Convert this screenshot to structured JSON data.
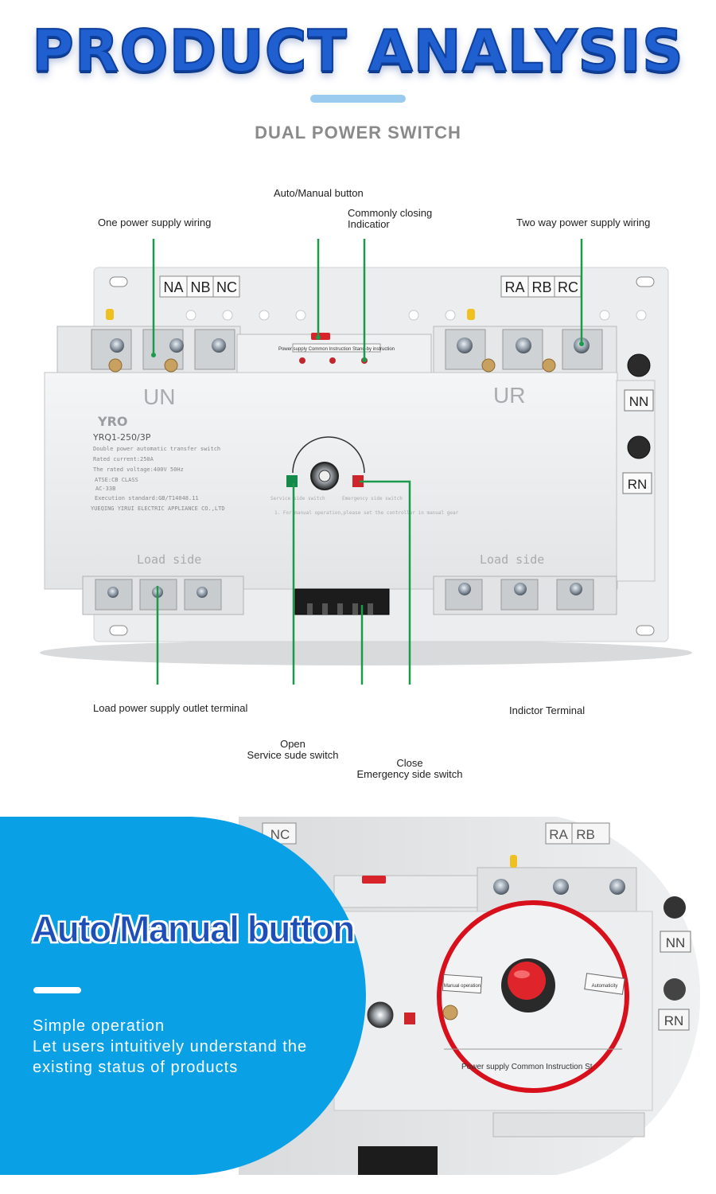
{
  "header": {
    "title": "PRODUCT ANALYSIS",
    "subtitle": "DUAL POWER SWITCH"
  },
  "callouts": {
    "auto_manual": "Auto/Manual button",
    "commonly_closing_1": "Commonly closing",
    "commonly_closing_2": "Indicatior",
    "one_power": "One power supply wiring",
    "two_way_power": "Two way power supply wiring",
    "load_outlet": "Load power supply outlet terminal",
    "open_1": "Open",
    "open_2": "Service sude switch",
    "close_1": "Close",
    "close_2": "Emergency side switch",
    "indicator_terminal": "Indictor Terminal"
  },
  "device": {
    "top_left_labels": [
      "NA",
      "NB",
      "NC"
    ],
    "top_right_labels": [
      "RA",
      "RB",
      "RC"
    ],
    "side_labels": [
      "NN",
      "RN"
    ],
    "left_side": "UN",
    "right_side": "UR",
    "brand": "YRO",
    "model": "YRQ1-250/3P",
    "spec_lines": [
      "Double power automatic transfer switch",
      "Rated current:250A",
      "The rated voltage:400V 50Hz",
      "ATSE:CB CLASS",
      "AC-33B",
      "Execution standard:GB/T14048.11",
      "YUEQING YIRUI ELECTRIC APPLIANCE CO.,LTD"
    ],
    "load_side": "Load side",
    "strip_text": "Power supply  Common Instruction  Stand-by instruction",
    "service_text": "Service side switch",
    "emergency_text": "Emergency side switch",
    "manual_note": "1. For manual operation,please set the controller in manual gear"
  },
  "feature": {
    "heading": "Auto/Manual button",
    "line1": "Simple operation",
    "line2": "Let users intuitively understand the",
    "line3": "existing status of products",
    "photo_top_labels": [
      "NC",
      "RA",
      "RB"
    ],
    "photo_side_labels": [
      "NN",
      "RN"
    ],
    "zoom_left": "Manual operation",
    "zoom_right": "Automaticity",
    "zoom_strip": "Power supply  Common Instruction  St"
  },
  "colors": {
    "title_blue": "#1f5fd0",
    "leader_green": "#1a9a4a",
    "panel_blue": "#0aa0e6",
    "zoom_red": "#d8101c"
  }
}
